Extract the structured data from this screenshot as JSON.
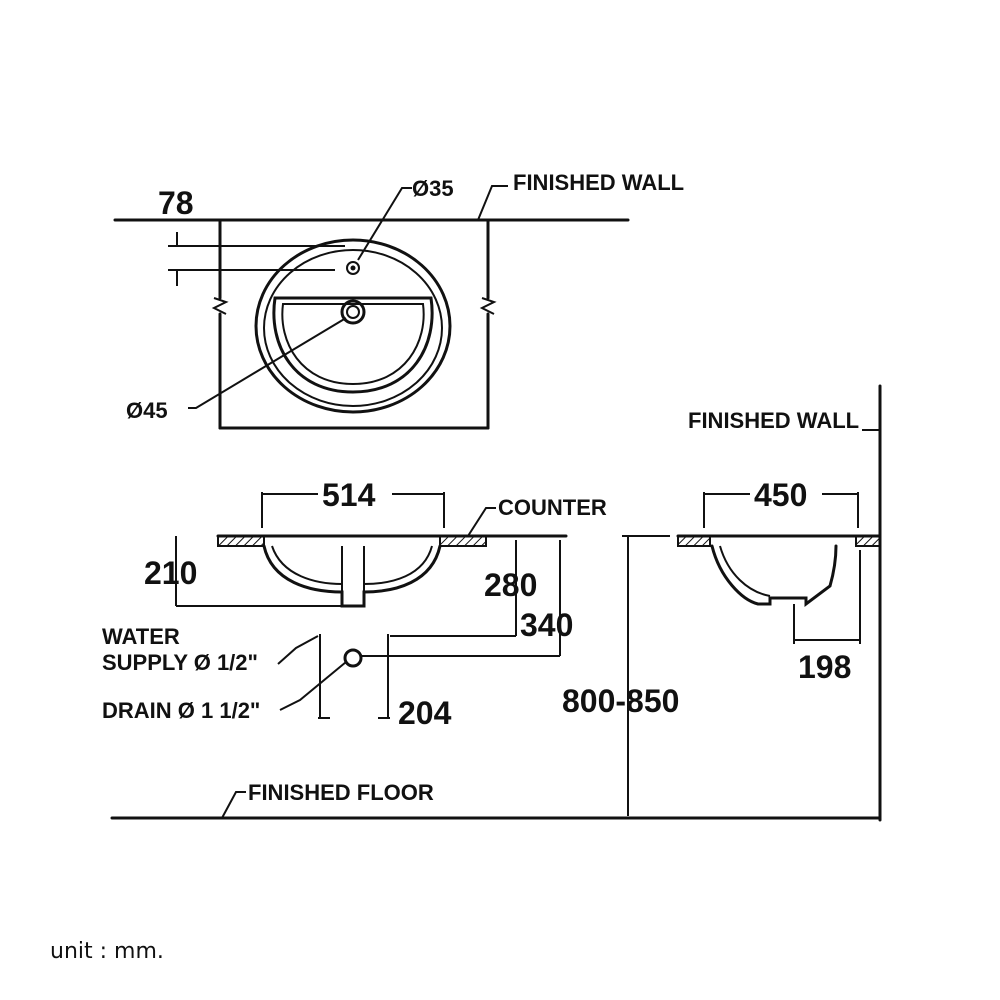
{
  "dimensions": {
    "wall_offset": "78",
    "tap_hole": "Ø35",
    "drain_hole": "Ø45",
    "width": "514",
    "depth": "450",
    "height": "210",
    "supply_height": "280",
    "drain_height": "340",
    "drain_offset": "204",
    "rear_offset": "198",
    "counter_height": "800-850"
  },
  "labels": {
    "finished_wall_top": "FINISHED WALL",
    "finished_wall_side": "FINISHED WALL",
    "counter": "COUNTER",
    "water_supply_line1": "WATER",
    "water_supply_line2": "SUPPLY Ø 1/2\"",
    "drain": "DRAIN Ø 1  1/2\"",
    "finished_floor": "FINISHED FLOOR",
    "unit": "unit : mm."
  }
}
